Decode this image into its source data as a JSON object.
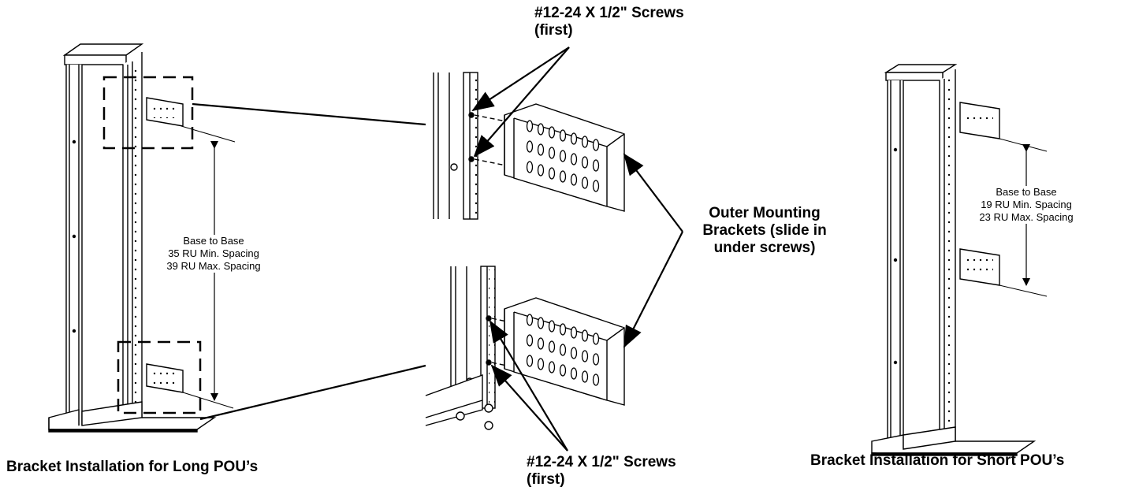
{
  "top_callout": {
    "line1": "#12-24 X 1/2\" Screws",
    "line2": "(first)"
  },
  "bottom_callout": {
    "line1": "#12-24 X 1/2\" Screws",
    "line2": "(first)"
  },
  "bracket_callout": {
    "line1": "Outer Mounting",
    "line2": "Brackets (slide in",
    "line3": "under screws)"
  },
  "long_spacing": {
    "line1": "Base to Base",
    "line2": "35 RU Min. Spacing",
    "line3": "39 RU Max. Spacing"
  },
  "short_spacing": {
    "line1": "Base to Base",
    "line2": "19 RU Min. Spacing",
    "line3": "23 RU Max. Spacing"
  },
  "captions": {
    "long": "Bracket Installation for Long POU’s",
    "short": "Bracket Installation for Short POU’s"
  }
}
